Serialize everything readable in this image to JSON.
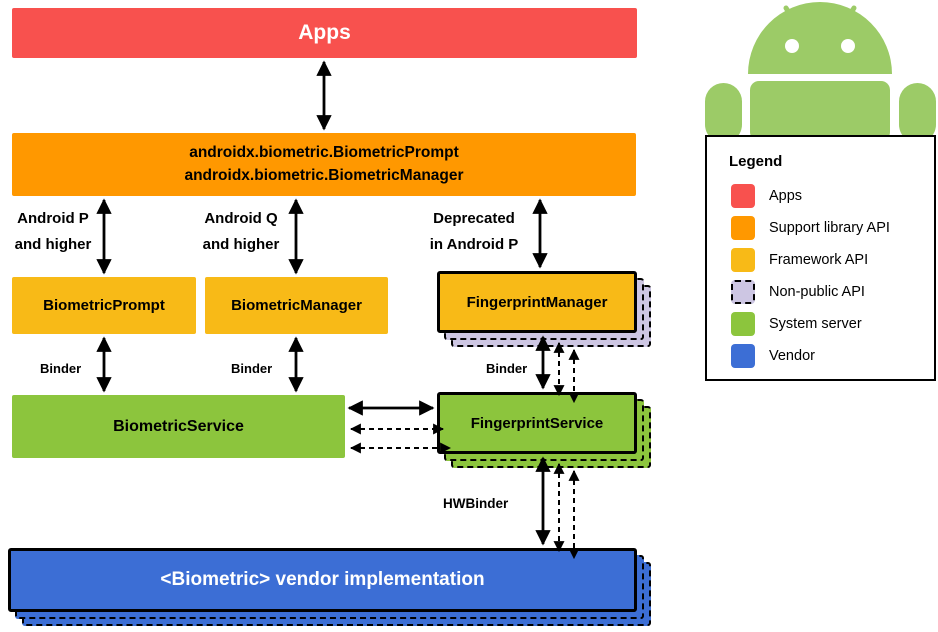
{
  "colors": {
    "apps": "#F8514E",
    "support": "#FF9800",
    "framework": "#F8BA17",
    "nonpublic": "#CDC6E3",
    "system": "#8CC53D",
    "vendor": "#3C6ED5",
    "robot": "#9CCB67"
  },
  "nodes": {
    "apps": "Apps",
    "support_api": "androidx.biometric.BiometricPrompt\nandroidx.biometric.BiometricManager",
    "biometric_prompt": "BiometricPrompt",
    "biometric_manager": "BiometricManager",
    "fingerprint_manager": "FingerprintManager",
    "biometric_service": "BiometricService",
    "fingerprint_service": "FingerprintService",
    "vendor_impl": "<Biometric> vendor implementation"
  },
  "edge_labels": {
    "android_p": "Android P\nand higher",
    "android_q": "Android Q\nand higher",
    "deprecated": "Deprecated\nin Android P",
    "binder": "Binder",
    "hwbinder": "HWBinder"
  },
  "legend": {
    "title": "Legend",
    "items": [
      {
        "label": "Apps"
      },
      {
        "label": "Support library API"
      },
      {
        "label": "Framework API"
      },
      {
        "label": "Non-public API"
      },
      {
        "label": "System server"
      },
      {
        "label": "Vendor"
      }
    ]
  }
}
